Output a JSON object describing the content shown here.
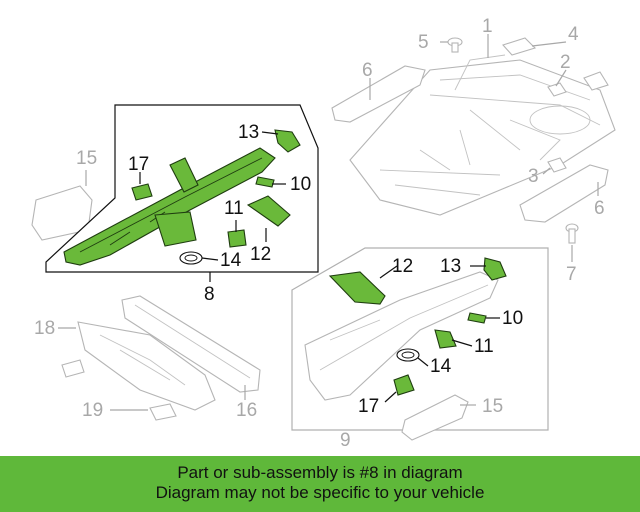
{
  "colors": {
    "highlight": "#6ab93a",
    "banner": "#5fb83a",
    "ghost": "#a8a8a8"
  },
  "callouts": {
    "c1": "1",
    "c2": "2",
    "c3": "3",
    "c4": "4",
    "c5": "5",
    "c6a": "6",
    "c6b": "6",
    "c7": "7",
    "c8": "8",
    "c9": "9",
    "c10a": "10",
    "c10b": "10",
    "c11a": "11",
    "c11b": "11",
    "c12a": "12",
    "c12b": "12",
    "c13a": "13",
    "c13b": "13",
    "c14a": "14",
    "c14b": "14",
    "c15a": "15",
    "c15b": "15",
    "c16": "16",
    "c17a": "17",
    "c17b": "17",
    "c18": "18",
    "c19": "19"
  },
  "banner": {
    "line1": "Part or sub-assembly is #8 in diagram",
    "line2": "Diagram may not be specific to your vehicle"
  }
}
